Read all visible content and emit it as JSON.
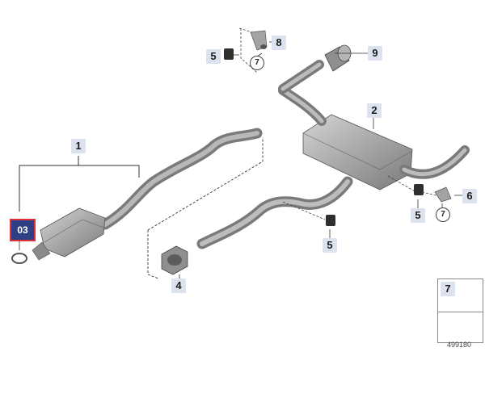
{
  "callouts": {
    "part1": "1",
    "part2": "2",
    "part4": "4",
    "part5a": "5",
    "part5b": "5",
    "part5c": "5",
    "part6": "6",
    "part7a": "7",
    "part7b": "7",
    "part8": "8",
    "part9": "9"
  },
  "highlight": {
    "label": "03",
    "fill": "#2f3f86",
    "border": "#e0323a"
  },
  "legend": {
    "item": "7"
  },
  "diagram_number": "499180",
  "colors": {
    "part_gray": "#9a9a9a",
    "callout_bg": "#dde3ee",
    "leader": "#333333"
  }
}
